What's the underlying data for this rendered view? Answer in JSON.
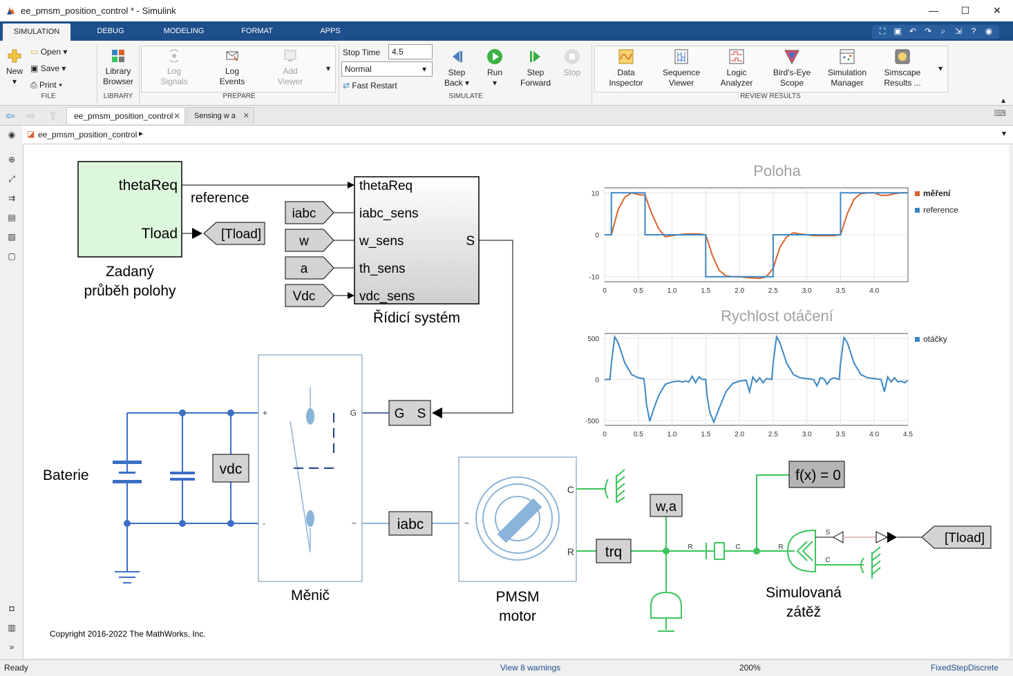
{
  "window": {
    "title": "ee_pmsm_position_control * - Simulink",
    "minimize": "—",
    "maximize": "☐",
    "close": "✕"
  },
  "tabs": [
    "SIMULATION",
    "DEBUG",
    "MODELING",
    "FORMAT",
    "APPS"
  ],
  "ribbon": {
    "file": {
      "new": "New",
      "open": "Open",
      "save": "Save",
      "print": "Print",
      "group": "FILE"
    },
    "library": {
      "label1": "Library",
      "label2": "Browser",
      "group": "LIBRARY"
    },
    "prepare": {
      "log_signals": [
        "Log",
        "Signals"
      ],
      "log_events": [
        "Log",
        "Events"
      ],
      "add_viewer": [
        "Add",
        "Viewer"
      ],
      "group": "PREPARE"
    },
    "simulate": {
      "stop_time_label": "Stop Time",
      "stop_time_value": "4.5",
      "mode": "Normal",
      "fast_restart": "Fast Restart",
      "step_back": [
        "Step",
        "Back"
      ],
      "run": "Run",
      "step_forward": [
        "Step",
        "Forward"
      ],
      "stop": "Stop",
      "group": "SIMULATE"
    },
    "review": {
      "items": [
        [
          "Data",
          "Inspector"
        ],
        [
          "Sequence",
          "Viewer"
        ],
        [
          "Logic",
          "Analyzer"
        ],
        [
          "Bird's-Eye",
          "Scope"
        ],
        [
          "Simulation",
          "Manager"
        ],
        [
          "Simscape",
          "Results ..."
        ]
      ],
      "group": "REVIEW RESULTS"
    }
  },
  "doc_tabs": [
    "ee_pmsm_position_control",
    "Sensing w a"
  ],
  "breadcrumb": "ee_pmsm_position_control",
  "model": {
    "ref_block": {
      "out1": "thetaReq",
      "out2": "Tload",
      "name1": "Zadaný",
      "name2": "průběh polohy"
    },
    "reference_label": "reference",
    "goto_tload": "[Tload]",
    "from_tags": [
      "iabc",
      "w",
      "a",
      "Vdc"
    ],
    "ctrl": {
      "ports": [
        "thetaReq",
        "iabc_sens",
        "w_sens",
        "th_sens",
        "vdc_sens"
      ],
      "out": "S",
      "name": "Řídicí systém"
    },
    "gs_block": {
      "g": "G",
      "s": "S"
    },
    "battery_label": "Baterie",
    "vdc": "vdc",
    "converter": {
      "name": "Měnič",
      "plus": "+",
      "minus": "-",
      "g": "G",
      "tilde": "~"
    },
    "iabc_block": "iabc",
    "motor": {
      "name1": "PMSM",
      "name2": "motor",
      "c": "C",
      "r": "R",
      "tilde": "~"
    },
    "trq": "trq",
    "wa": "w,a",
    "fx": "f(x) = 0",
    "port_r1": "R",
    "port_c1": "C",
    "port_r2": "R",
    "port_s": "S",
    "port_c2": "C",
    "tload_from": "[Tload]",
    "load": {
      "name1": "Simulovaná",
      "name2": "zátěž"
    },
    "copyright": "Copyright 2016-2022 The MathWorks, Inc."
  },
  "colors": {
    "orange": "#d9622b",
    "blue": "#3a86c4",
    "green": "#3cc35a",
    "electric": "#3a6fc4"
  },
  "chart_data": [
    {
      "type": "line",
      "title": "Poloha",
      "xlim": [
        0,
        4.5
      ],
      "ylim": [
        -10,
        10
      ],
      "xticks": [
        "0",
        "0.5",
        "1.0",
        "1.5",
        "2.0",
        "2.5",
        "3.0",
        "3.5",
        "4.0"
      ],
      "yticks": [
        "10",
        "0",
        "-10"
      ],
      "legend_position": "right",
      "series": [
        {
          "name": "měření",
          "color": "#d9622b",
          "x": [
            0,
            0.1,
            0.2,
            0.3,
            0.4,
            0.5,
            0.6,
            0.7,
            0.8,
            0.9,
            1.0,
            1.1,
            1.2,
            1.3,
            1.4,
            1.5,
            1.6,
            1.7,
            1.8,
            1.9,
            2.0,
            2.1,
            2.2,
            2.3,
            2.4,
            2.5,
            2.6,
            2.7,
            2.8,
            2.9,
            3.0,
            3.1,
            3.2,
            3.3,
            3.4,
            3.5,
            3.6,
            3.7,
            3.8,
            3.9,
            4.0,
            4.1,
            4.2,
            4.3,
            4.4,
            4.5
          ],
          "y": [
            0,
            0,
            6,
            9,
            10,
            9.6,
            9.4,
            5,
            1.5,
            -0.5,
            -0.2,
            0,
            0.2,
            0.2,
            0.2,
            0,
            -5,
            -8.5,
            -9.8,
            -10,
            -10,
            -10.2,
            -10.3,
            -10.4,
            -10,
            -8,
            -3,
            -0.5,
            0.5,
            0.2,
            0,
            -0.2,
            -0.2,
            -0.2,
            -0.2,
            0,
            5,
            8.5,
            9.8,
            10,
            10,
            9.4,
            9.4,
            9.8,
            10,
            10
          ]
        },
        {
          "name": "reference",
          "color": "#3a86c4",
          "x": [
            0,
            0.1,
            0.1,
            0.6,
            0.6,
            1.5,
            1.5,
            2.5,
            2.5,
            3.5,
            3.5,
            4.5
          ],
          "y": [
            0,
            0,
            10,
            10,
            0,
            0,
            -10,
            -10,
            0,
            0,
            10,
            10
          ]
        }
      ]
    },
    {
      "type": "line",
      "title": "Rychlost otáčení",
      "xlim": [
        0,
        4.5
      ],
      "ylim": [
        -500,
        500
      ],
      "xticks": [
        "0",
        "0.5",
        "1.0",
        "1.5",
        "2.0",
        "2.5",
        "3.0",
        "3.5",
        "4.0",
        "4.5"
      ],
      "yticks": [
        "500",
        "0",
        "-500"
      ],
      "legend_position": "right",
      "series": [
        {
          "name": "otáčky",
          "color": "#3a86c4",
          "x": [
            0,
            0.08,
            0.1,
            0.15,
            0.2,
            0.3,
            0.4,
            0.5,
            0.58,
            0.6,
            0.62,
            0.67,
            0.72,
            0.8,
            0.9,
            1.0,
            1.1,
            1.15,
            1.2,
            1.25,
            1.3,
            1.35,
            1.4,
            1.45,
            1.5,
            1.52,
            1.56,
            1.62,
            1.7,
            1.8,
            1.9,
            2.0,
            2.1,
            2.15,
            2.2,
            2.25,
            2.3,
            2.35,
            2.4,
            2.48,
            2.5,
            2.55,
            2.6,
            2.7,
            2.8,
            2.9,
            3.0,
            3.1,
            3.15,
            3.2,
            3.25,
            3.3,
            3.35,
            3.4,
            3.48,
            3.5,
            3.55,
            3.6,
            3.7,
            3.8,
            3.9,
            4.0,
            4.1,
            4.15,
            4.2,
            4.25,
            4.3,
            4.35,
            4.4,
            4.45,
            4.5
          ],
          "y": [
            0,
            0,
            200,
            520,
            450,
            200,
            60,
            20,
            10,
            -100,
            -300,
            -510,
            -380,
            -200,
            -60,
            -30,
            -20,
            -30,
            -20,
            -30,
            40,
            -40,
            30,
            0,
            0,
            -200,
            -400,
            -520,
            -350,
            -150,
            -50,
            -20,
            -10,
            -150,
            30,
            -30,
            20,
            -40,
            10,
            0,
            200,
            520,
            450,
            200,
            60,
            20,
            10,
            0,
            -80,
            20,
            10,
            -60,
            0,
            20,
            0,
            200,
            510,
            450,
            200,
            60,
            20,
            10,
            0,
            -150,
            30,
            -30,
            20,
            -30,
            -20,
            -40,
            -10
          ]
        }
      ]
    }
  ],
  "status_bar": {
    "left": "Ready",
    "center": "View 8 warnings",
    "zoom": "200%",
    "solver": "FixedStepDiscrete"
  }
}
